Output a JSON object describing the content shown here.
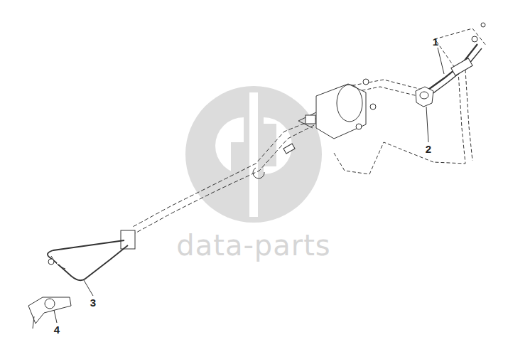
{
  "diagram": {
    "labels": [
      "1",
      "2",
      "3",
      "4",
      "data-parts"
    ]
  }
}
